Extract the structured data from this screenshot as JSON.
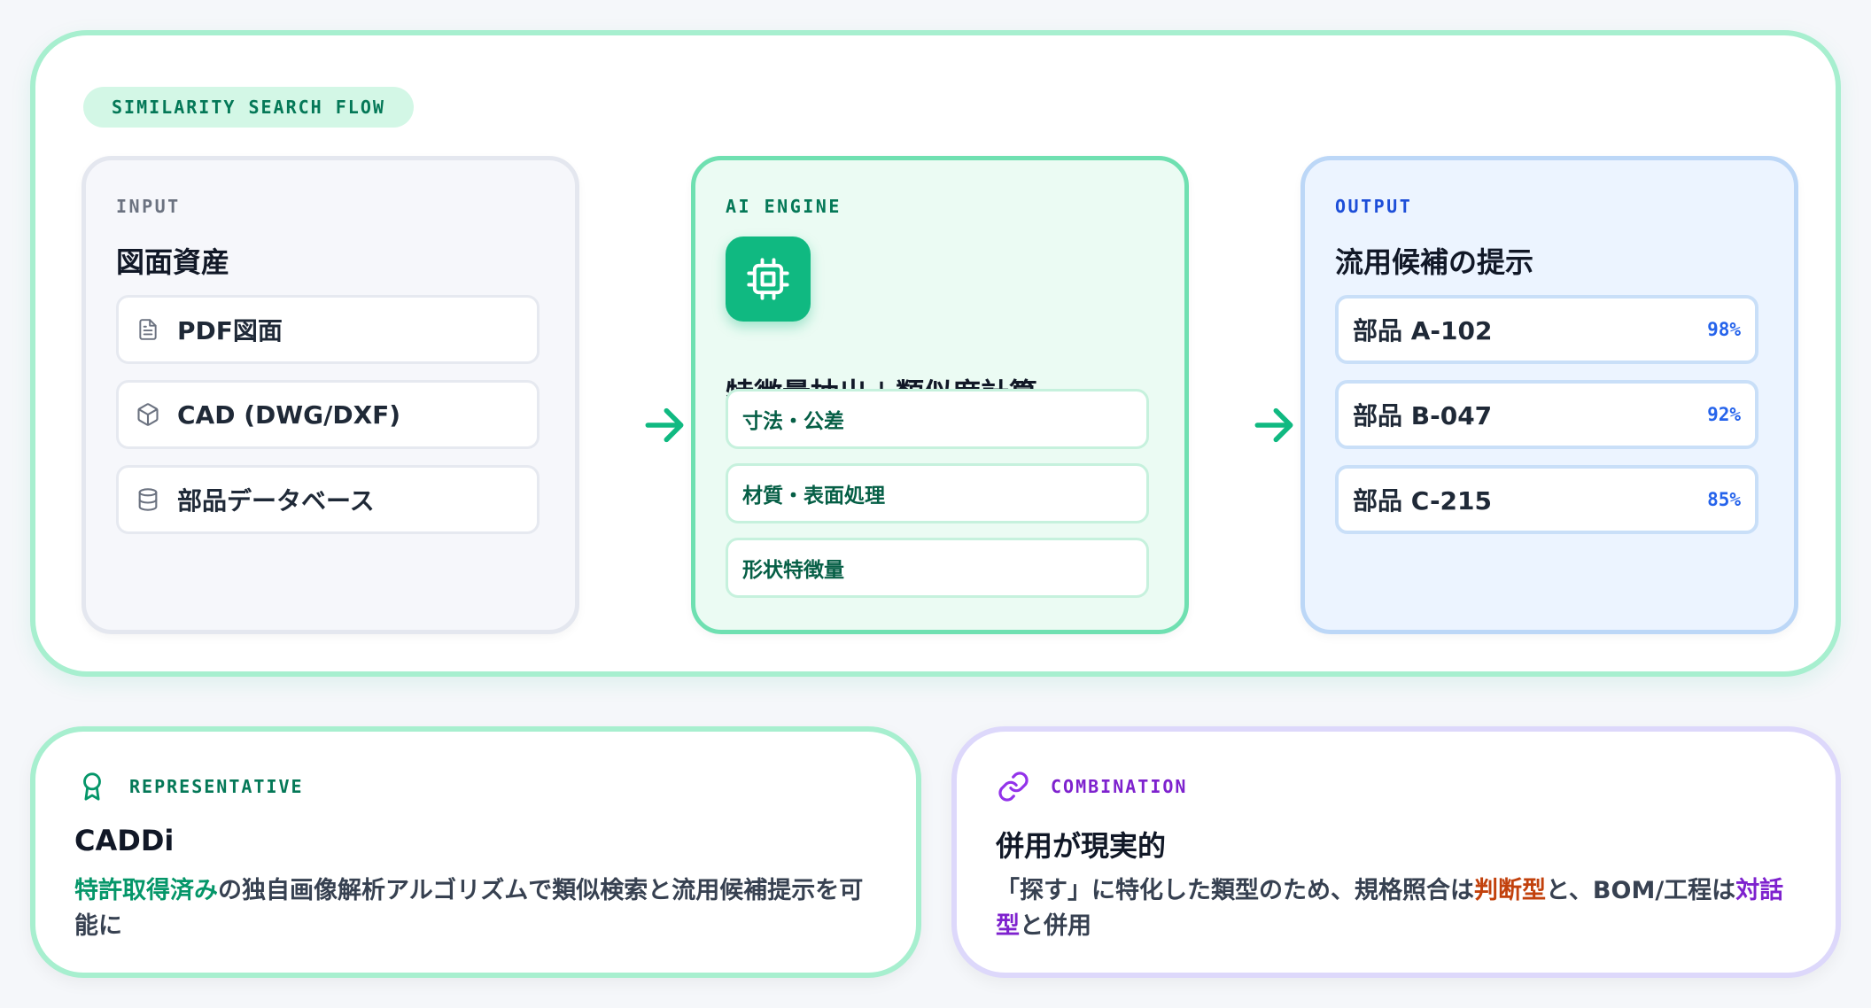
{
  "flow": {
    "tag": "SIMILARITY SEARCH FLOW",
    "input": {
      "label": "INPUT",
      "title": "図面資産",
      "items": [
        {
          "icon": "document-icon",
          "label": "PDF図面"
        },
        {
          "icon": "cube-icon",
          "label": "CAD (DWG/DXF)"
        },
        {
          "icon": "database-icon",
          "label": "部品データベース"
        }
      ]
    },
    "engine": {
      "label": "AI ENGINE",
      "icon": "chip-icon",
      "title": "特徴量抽出＋類似度計算",
      "chips": [
        "寸法・公差",
        "材質・表面処理",
        "形状特徴量"
      ]
    },
    "output": {
      "label": "OUTPUT",
      "title": "流用候補の提示",
      "results": [
        {
          "name": "部品 A-102",
          "score": "98%"
        },
        {
          "name": "部品 B-047",
          "score": "92%"
        },
        {
          "name": "部品 C-215",
          "score": "85%"
        }
      ]
    }
  },
  "cards": {
    "representative": {
      "icon": "award-icon",
      "tag": "REPRESENTATIVE",
      "title": "CADDi",
      "text_highlight": "特許取得済み",
      "text_rest": "の独自画像解析アルゴリズムで類似検索と流用候補提示を可能に"
    },
    "combination": {
      "icon": "link-icon",
      "tag": "COMBINATION",
      "title": "併用が現実的",
      "text_part1": "「探す」に特化した類型のため、規格照合は",
      "text_hl1": "判断型",
      "text_part2": "と、BOM/工程は",
      "text_hl2": "対話型",
      "text_part3": "と併用"
    }
  },
  "colors": {
    "accent_green": "#10b981",
    "accent_blue": "#2563eb",
    "accent_purple": "#7e22ce",
    "accent_orange": "#c2410c"
  }
}
